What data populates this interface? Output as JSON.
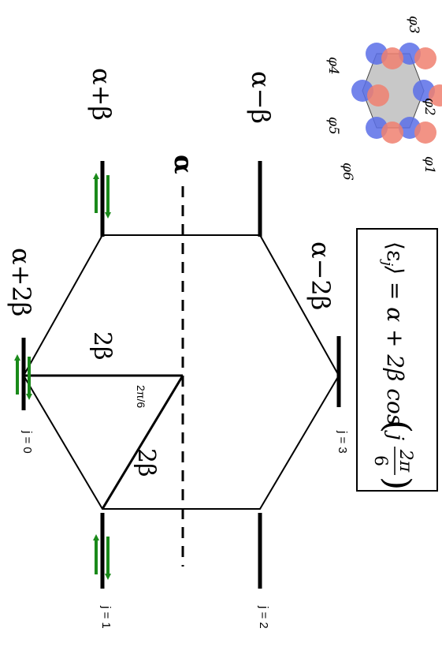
{
  "formula": {
    "lhs": "⟨ε",
    "sub": "j",
    "rhs": "⟩ = α + 2β cos",
    "arg_j": "j",
    "frac_num": "2π",
    "frac_den": "6"
  },
  "energy_labels": {
    "alpha_minus_2beta": "α−2β",
    "alpha_minus_beta": "α−β",
    "alpha": "α",
    "alpha_plus_beta": "α+β",
    "alpha_plus_2beta": "α+2β"
  },
  "j_labels": {
    "j0": "j = 0",
    "j1": "j = 1",
    "j2": "j = 2",
    "j3": "j = 3"
  },
  "geometry_labels": {
    "two_beta_a": "2β",
    "two_beta_b": "2β",
    "angle": "2π/6"
  },
  "orbital_labels": {
    "phi1": "φ1",
    "phi2": "φ2",
    "phi3": "φ3",
    "phi4": "φ4",
    "phi5": "φ5",
    "phi6": "φ6"
  },
  "colors": {
    "arrow": "#1a8a1a",
    "lobe_red": "#f08070",
    "lobe_blue": "#5a6ee8",
    "ring_fill": "#c8c8c8"
  }
}
